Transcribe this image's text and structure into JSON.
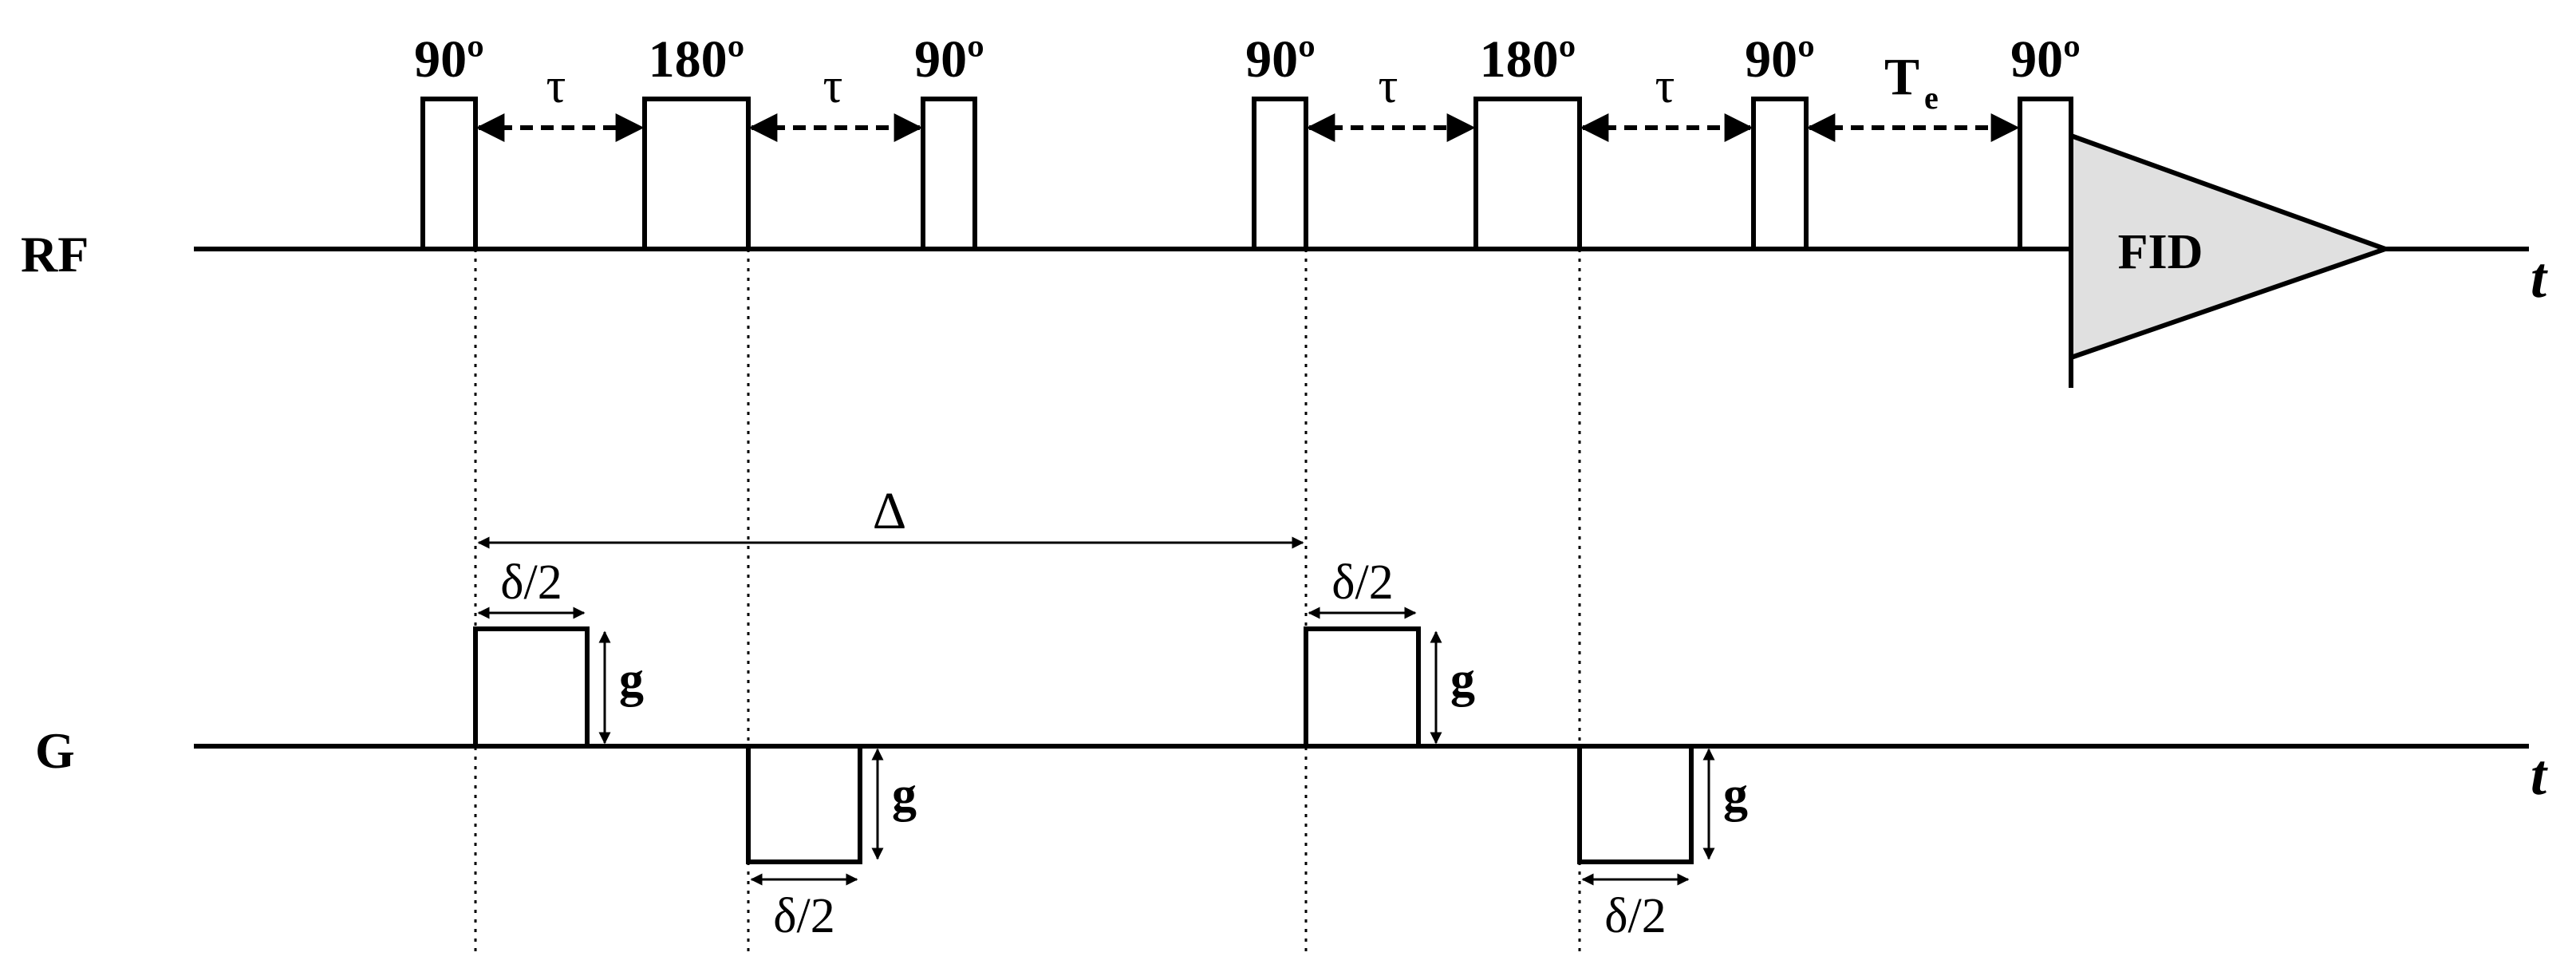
{
  "rf_axis": {
    "label": "RF",
    "time_label": "t"
  },
  "g_axis": {
    "label": "G",
    "time_label": "t"
  },
  "pulses": [
    {
      "label": "90º"
    },
    {
      "label": "180º"
    },
    {
      "label": "90º"
    },
    {
      "label": "90º"
    },
    {
      "label": "180º"
    },
    {
      "label": "90º"
    },
    {
      "label": "90º"
    }
  ],
  "intervals": [
    {
      "label": "τ"
    },
    {
      "label": "τ"
    },
    {
      "label": "τ"
    },
    {
      "label": "τ"
    },
    {
      "label": "T",
      "subscript": "e"
    }
  ],
  "fid": {
    "label": "FID"
  },
  "delta_big": {
    "label": "Δ"
  },
  "gradients": [
    {
      "width_label": "δ/2",
      "height_label": "g"
    },
    {
      "width_label": "δ/2",
      "height_label": "g"
    },
    {
      "width_label": "δ/2",
      "height_label": "g"
    },
    {
      "width_label": "δ/2",
      "height_label": "g"
    }
  ],
  "colors": {
    "line": "#000000",
    "fid_fill": "#e0e0e0",
    "background": "#ffffff"
  }
}
